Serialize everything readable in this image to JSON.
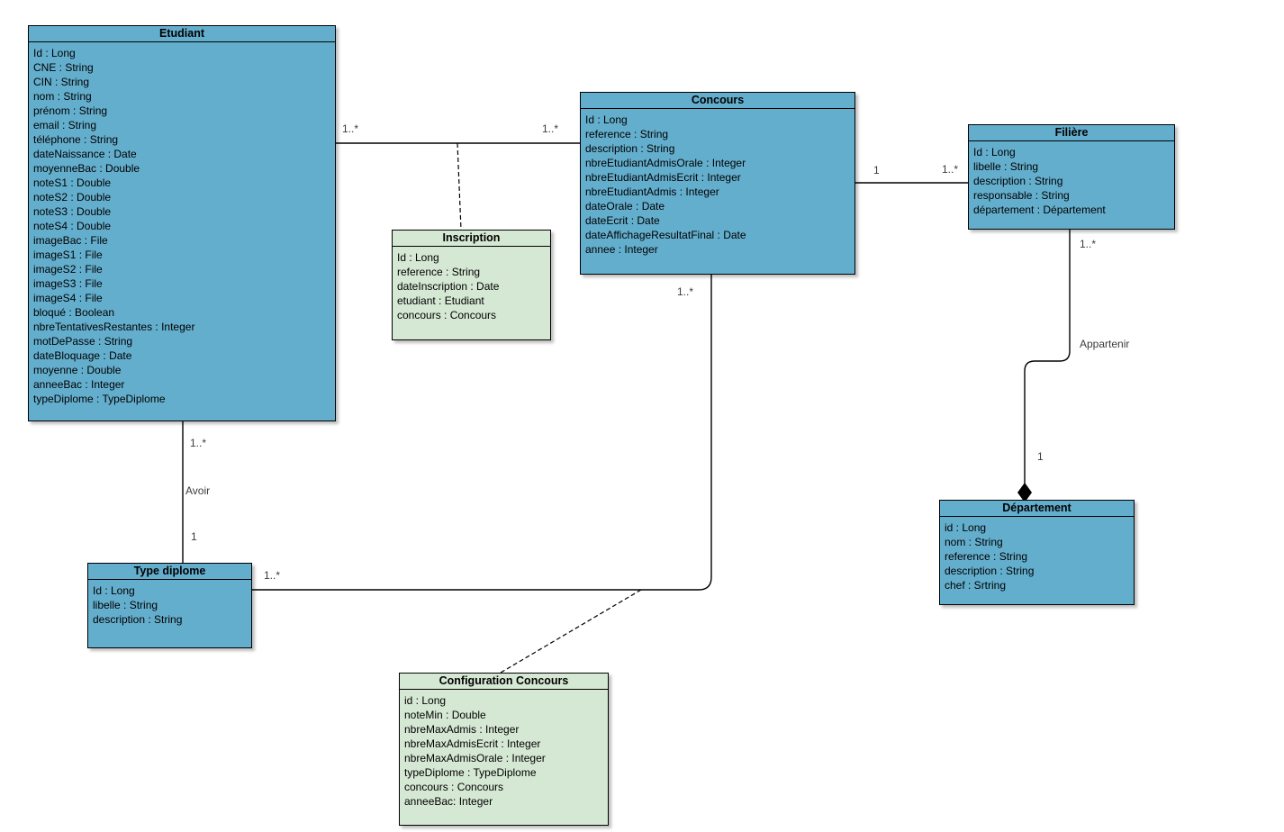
{
  "diagram": {
    "type": "uml-class-diagram",
    "colors": {
      "class_fill_blue": "#64AECD",
      "class_fill_green": "#D5E8D4",
      "border": "#000000",
      "edge_line": "#000000",
      "background": "#FFFFFF"
    },
    "classes": [
      {
        "title": "Etudiant",
        "style": "blue",
        "attributes": [
          "Id : Long",
          "CNE : String",
          "CIN : String",
          "nom : String",
          "prénom : String",
          "email : String",
          "téléphone : String",
          "dateNaissance : Date",
          "moyenneBac : Double",
          "noteS1 : Double",
          "noteS2 : Double",
          "noteS3 : Double",
          "noteS4 : Double",
          "imageBac : File",
          "imageS1 : File",
          "imageS2 : File",
          "imageS3 : File",
          "imageS4 : File",
          "bloqué : Boolean",
          "nbreTentativesRestantes : Integer",
          "motDePasse : String",
          "dateBloquage : Date",
          "moyenne : Double",
          "anneeBac : Integer",
          "typeDiplome : TypeDiplome"
        ]
      },
      {
        "title": "Concours",
        "style": "blue",
        "attributes": [
          "Id : Long",
          "reference : String",
          "description : String",
          "nbreEtudiantAdmisOrale : Integer",
          "nbreEtudiantAdmisEcrit : Integer",
          "nbreEtudiantAdmis : Integer",
          "dateOrale : Date",
          "dateEcrit : Date",
          "dateAffichageResultatFinal : Date",
          "annee : Integer"
        ]
      },
      {
        "title": "Inscription",
        "style": "green",
        "attributes": [
          "Id : Long",
          "reference : String",
          "dateInscription : Date",
          "etudiant : Etudiant",
          "concours : Concours"
        ]
      },
      {
        "title": "Filière",
        "style": "blue",
        "attributes": [
          "Id : Long",
          "libelle : String",
          "description : String",
          "responsable : String",
          "département : Département"
        ]
      },
      {
        "title": "Département",
        "style": "blue",
        "attributes": [
          "id : Long",
          "nom : String",
          "reference : String",
          "description : String",
          "chef : Srtring"
        ]
      },
      {
        "title": "Type diplome",
        "style": "blue",
        "attributes": [
          "Id : Long",
          "libelle : String",
          "description : String"
        ]
      },
      {
        "title": "Configuration Concours",
        "style": "green",
        "attributes": [
          "id : Long",
          "noteMin : Double",
          "nbreMaxAdmis : Integer",
          "nbreMaxAdmisEcrit : Integer",
          "nbreMaxAdmisOrale : Integer",
          "typeDiplome : TypeDiplome",
          "concours : Concours",
          "anneeBac: Integer"
        ]
      }
    ],
    "edge_labels": [
      {
        "text": "1..*"
      },
      {
        "text": "1..*"
      },
      {
        "text": "1"
      },
      {
        "text": "1..*"
      },
      {
        "text": "1..*"
      },
      {
        "text": "Appartenir"
      },
      {
        "text": "1"
      },
      {
        "text": "1..*"
      },
      {
        "text": "Avoir"
      },
      {
        "text": "1"
      },
      {
        "text": "1..*"
      },
      {
        "text": "1..*"
      }
    ]
  }
}
